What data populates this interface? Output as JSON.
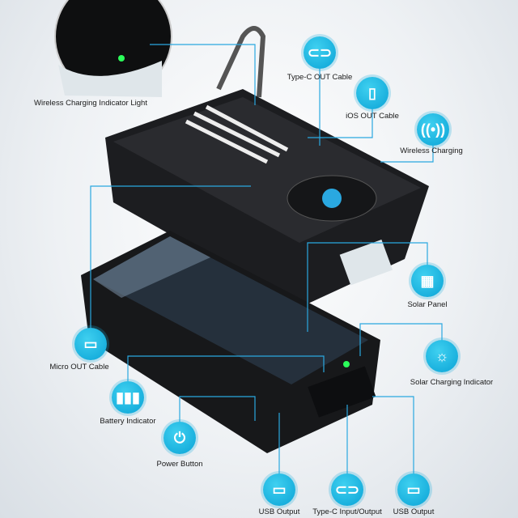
{
  "callouts": {
    "wireless_indicator": {
      "label": "Wireless Charging Indicator Light",
      "icon": "green-led-inset"
    },
    "type_c_out": {
      "label": "Type-C OUT Cable",
      "icon": "usb-c-icon"
    },
    "ios_out": {
      "label": "iOS OUT Cable",
      "icon": "lightning-cable-icon"
    },
    "wireless_charging": {
      "label": "Wireless Charging",
      "icon": "wireless-charging-icon"
    },
    "solar_panel": {
      "label": "Solar Panel",
      "icon": "solar-panel-icon"
    },
    "micro_out": {
      "label": "Micro OUT Cable",
      "icon": "micro-usb-icon"
    },
    "solar_indicator": {
      "label": "Solar Charging Indicator",
      "icon": "solar-indicator-icon"
    },
    "battery_indicator": {
      "label": "Battery Indicator",
      "icon": "battery-icon"
    },
    "power_button": {
      "label": "Power Button",
      "icon": "power-icon"
    },
    "usb_output_1": {
      "label": "USB Output",
      "icon": "usb-a-icon"
    },
    "type_c_io": {
      "label": "Type-C Input/Output",
      "icon": "usb-c-icon"
    },
    "usb_output_2": {
      "label": "USB Output",
      "icon": "usb-a-icon"
    }
  },
  "colors": {
    "accent": "#12b0e0",
    "body": "#1b1c1e",
    "led": "#2bff5a"
  }
}
